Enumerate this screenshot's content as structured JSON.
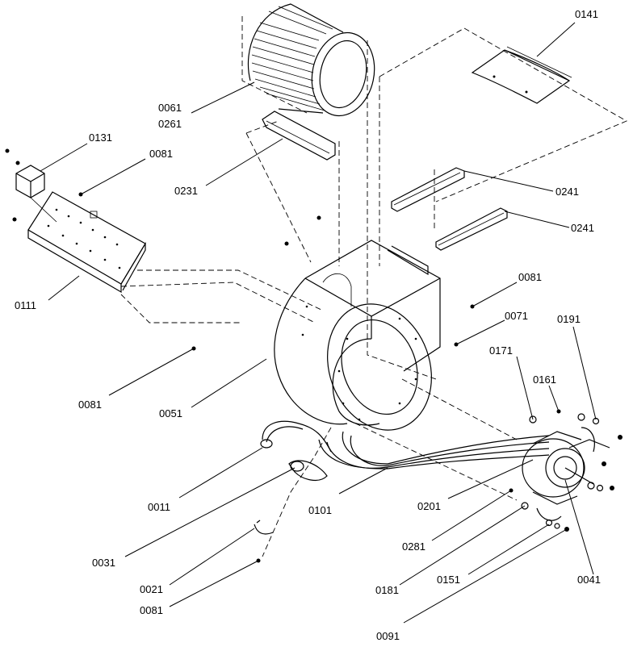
{
  "diagram": {
    "callouts": {
      "c0141": "0141",
      "c0061": "0061",
      "c0261": "0261",
      "c0131": "0131",
      "c0081_a": "0081",
      "c0231": "0231",
      "c0241_a": "0241",
      "c0241_b": "0241",
      "c0111": "0111",
      "c0081_b": "0081",
      "c0071": "0071",
      "c0191": "0191",
      "c0171": "0171",
      "c0161": "0161",
      "c0081_c": "0081",
      "c0051": "0051",
      "c0011": "0011",
      "c0101": "0101",
      "c0201": "0201",
      "c0031": "0031",
      "c0281": "0281",
      "c0021": "0021",
      "c0181": "0181",
      "c0151": "0151",
      "c0041": "0041",
      "c0081_d": "0081",
      "c0091": "0091"
    }
  }
}
